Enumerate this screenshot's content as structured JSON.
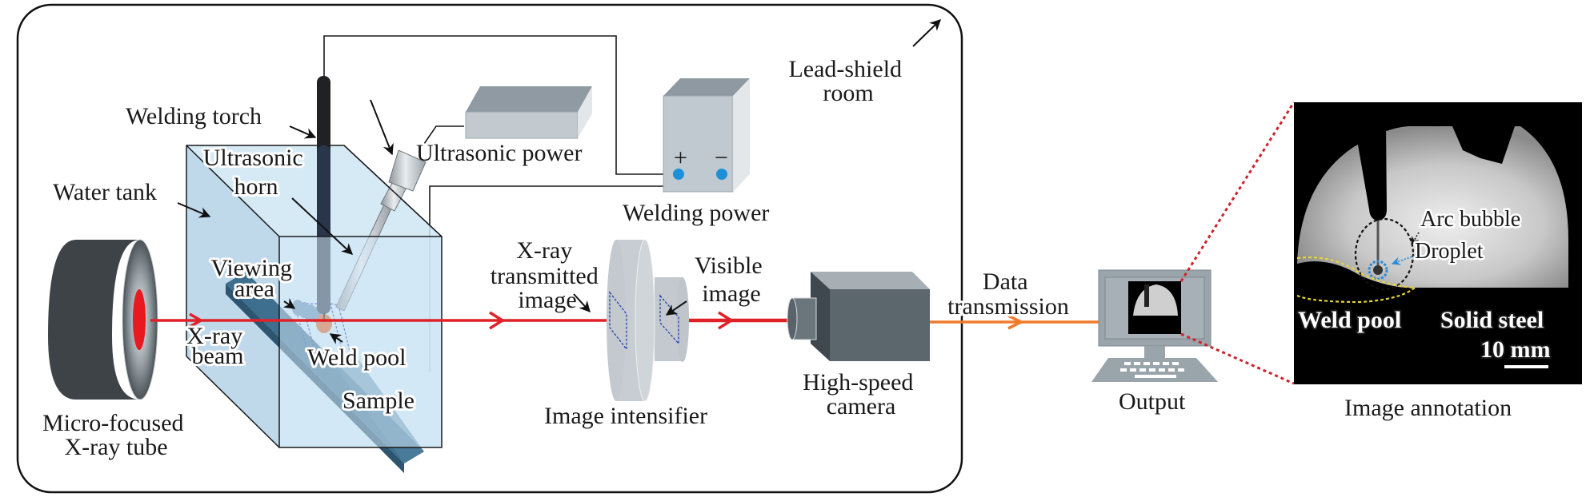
{
  "diagram": {
    "type": "experimental setup schematic",
    "colors": {
      "xray_beam": "#e02228",
      "data_line": "#f07a2a",
      "water": "#cfe6f5",
      "sample": "#3f6f8e",
      "tube_body": "#3e4347",
      "tube_focus": "#e8191f",
      "equipment_gray": "#b9c2c9",
      "camera": "#5b666d",
      "terminal_blue": "#1e90d8",
      "zoom_lines": "#d0222b",
      "weld_pool_outline": "#e6d438",
      "droplet_outline": "#2a8bd6",
      "arc_bubble_outline": "#111111"
    },
    "labels": {
      "lead_shield_room": [
        "Lead-shield",
        "room"
      ],
      "welding_torch": "Welding torch",
      "ultrasonic_horn": [
        "Ultrasonic",
        "horn"
      ],
      "ultrasonic_power": "Ultrasonic power",
      "welding_power": "Welding power",
      "plus_terminal": "+",
      "minus_terminal": "−",
      "water_tank": "Water tank",
      "viewing_area": [
        "Viewing",
        "area"
      ],
      "xray_beam": [
        "X-ray",
        "beam"
      ],
      "weld_pool": "Weld pool",
      "sample": "Sample",
      "xray_tube": [
        "Micro-focused",
        "X-ray tube"
      ],
      "xray_transmitted_image": [
        "X-ray",
        "transmitted",
        "image"
      ],
      "visible_image": [
        "Visible",
        "image"
      ],
      "image_intensifier": "Image intensifier",
      "high_speed_camera": [
        "High-speed",
        "camera"
      ],
      "data_transmission": [
        "Data",
        "transmission"
      ],
      "output": "Output",
      "image_annotation": "Image annotation"
    },
    "annotation_image": {
      "arc_bubble": "Arc bubble",
      "droplet": "Droplet",
      "weld_pool": "Weld pool",
      "solid_steel": "Solid steel",
      "scale_bar": "10 mm"
    }
  }
}
